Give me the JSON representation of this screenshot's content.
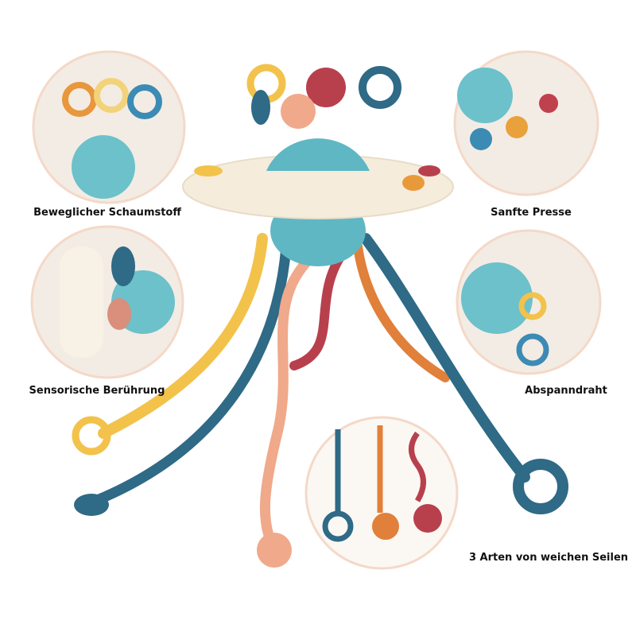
{
  "labels": {
    "top_left": "Beweglicher Schaumstoff",
    "top_right": "Sanfte Presse",
    "mid_left": "Sensorische Berührung",
    "mid_right": "Abspanndraht",
    "bottom": "3 Arten von weichen Seilen"
  },
  "colors": {
    "teal": "#5fb7c4",
    "navy": "#2f6a86",
    "yellow": "#f2c24b",
    "orange": "#e0803a",
    "red": "#b8404d",
    "peach": "#f0a98a",
    "cream": "#f5ecdc"
  }
}
